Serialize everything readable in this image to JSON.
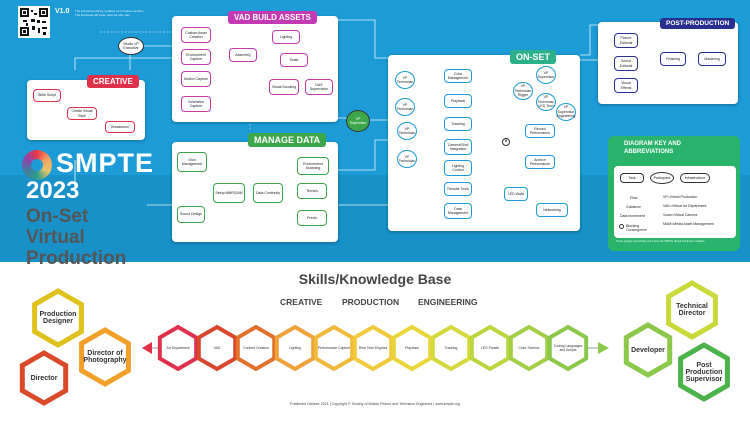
{
  "header": {
    "version": "V1.0",
    "version_note": "The interactive library updates at url below combine The Exclusive 3D tools, plus the site map"
  },
  "brand": {
    "logo_text": "SMPTE",
    "year": "2023",
    "title_lines": [
      "On-Set",
      "Virtual",
      "Production"
    ]
  },
  "colors": {
    "creative": "#e0314b",
    "vad": "#c43ab3",
    "manage": "#3da64a",
    "onset": "#1c9bd6",
    "post": "#27308e",
    "key": "#2ab36a",
    "band": "#1c9bd6"
  },
  "panels": {
    "creative": {
      "title": "CREATIVE",
      "nodes": [
        "Write Script",
        "Create Visual Style",
        "Breakdown"
      ]
    },
    "studio_exec": "Studio VP Executive",
    "vad": {
      "title": "VAD BUILD ASSETS",
      "nodes": [
        "Custom Asset Creation",
        "Environment Capture",
        "Motion Capture",
        "Volumetric Capture",
        "Assembly",
        "Lighting",
        "Scale",
        "Visual Scouting",
        "DAS Supervision"
      ]
    },
    "vp_supervisor": "VP Supervisor",
    "manage": {
      "title": "MANAGE DATA",
      "nodes": [
        "Shot Management",
        "Sound Design",
        "Setup MMR/DAM",
        "Data Continuity",
        "Environment Scanning",
        "Techvis",
        "Previs"
      ]
    },
    "onset": {
      "title": "ON-SET",
      "left_nodes": [
        "VP Technician",
        "VP Technician",
        "VP Technician",
        "VP Technician"
      ],
      "mid_nodes": [
        "Color Management",
        "Playback",
        "Tracking",
        "Camera/Shot Integration",
        "Lighting Control",
        "Remote Tools",
        "Data Management"
      ],
      "right_nodes": [
        "VP Technician Rigger",
        "VP Supervisor",
        "VP Technician LED Tech",
        "VP Supervisor Engineering",
        "Record Performance",
        "Archive Performance",
        "LED Walls",
        "Networking"
      ]
    },
    "post": {
      "title": "POST-PRODUCTION",
      "nodes": [
        "Picture Editorial",
        "Sound Editorial",
        "Visual Effects",
        "Finishing",
        "Mastering"
      ]
    }
  },
  "key": {
    "title": "DIAGRAM KEY AND ABBREVIATIONS",
    "tags": [
      "Task",
      "Participant",
      "Infrastructure"
    ],
    "legend": [
      "Flow",
      "Guidance",
      "Data movement",
      "Blocking Convergence"
    ],
    "abbreviations": [
      "VP=Virtual Production",
      "VAD=Virtual Art Department",
      "Vcam=Virtual Camera",
      "MAM=Media Asset Management"
    ],
    "note": "These images and articles come from the SMPTE Virtual Production Initiative."
  },
  "skills": {
    "title": "Skills/Knowledge Base",
    "categories": [
      "CREATIVE",
      "PRODUCTION",
      "ENGINEERING"
    ],
    "items": [
      {
        "label": "Art Department",
        "color": "#e0314b"
      },
      {
        "label": "VAD",
        "color": "#d9472e"
      },
      {
        "label": "Content Creation",
        "color": "#e2722b"
      },
      {
        "label": "Lighting",
        "color": "#eda23a"
      },
      {
        "label": "Performance Capture",
        "color": "#f0b93b"
      },
      {
        "label": "Real Time Engines",
        "color": "#f2c93a"
      },
      {
        "label": "Playback",
        "color": "#e9d43a"
      },
      {
        "label": "Tracking",
        "color": "#d6d93c"
      },
      {
        "label": "LED Panels",
        "color": "#bcd640"
      },
      {
        "label": "Color Science",
        "color": "#a3cf46"
      },
      {
        "label": "Coding Languages and Scripts",
        "color": "#8cc84c"
      }
    ],
    "left_roles": [
      {
        "label": "Production Designer",
        "color": "#e0c21e"
      },
      {
        "label": "Director of Photography",
        "color": "#f2a02a"
      },
      {
        "label": "Director",
        "color": "#d94a2b"
      }
    ],
    "right_roles": [
      {
        "label": "Technical Director",
        "color": "#c9d93a"
      },
      {
        "label": "Developer",
        "color": "#8cc84c"
      },
      {
        "label": "Post Production Supervisor",
        "color": "#4cb34a"
      }
    ]
  },
  "footer": "Published October 2021 | Copyright © Society of Motion Picture and Television Engineers | www.smpte.org"
}
